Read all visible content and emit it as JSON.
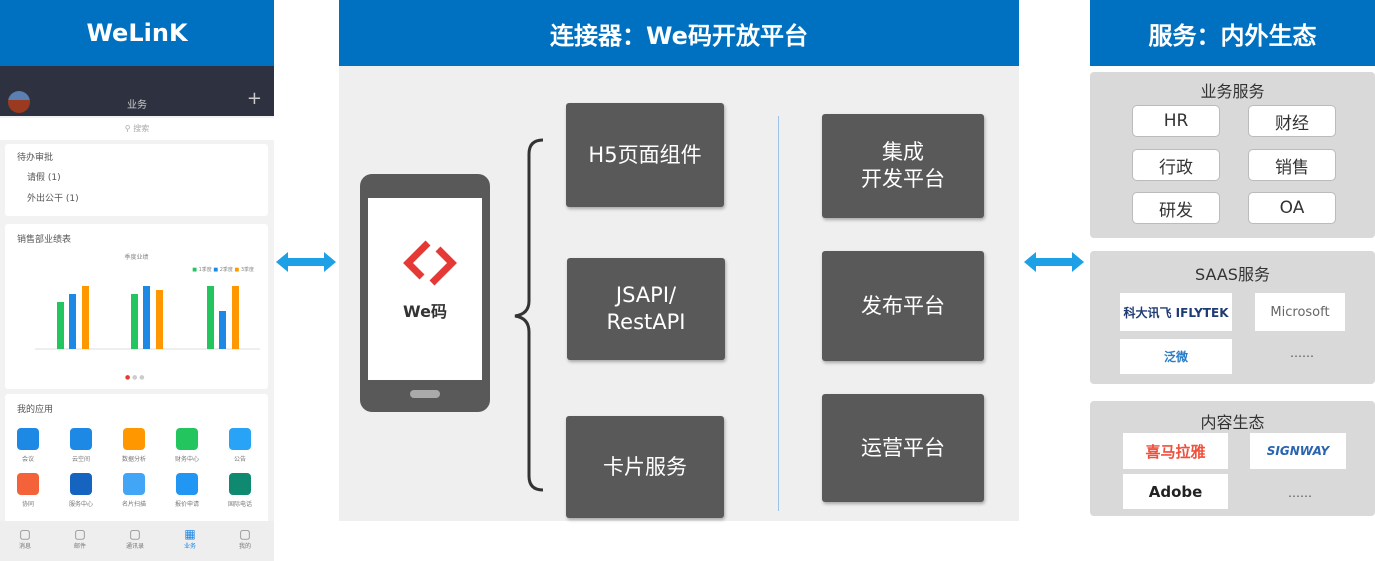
{
  "left": {
    "title": "WeLinK",
    "phone": {
      "header_title": "业务",
      "search_placeholder": "搜索",
      "approval": {
        "title": "待办审批",
        "items": [
          "请假 (1)",
          "外出公干 (1)"
        ]
      },
      "sales": {
        "title": "销售部业绩表",
        "chart_title": "季度业绩",
        "legend": [
          "1季度",
          "2季度",
          "3季度"
        ]
      },
      "apps": {
        "title": "我的应用",
        "items": [
          {
            "label": "会议",
            "color": "#1e88e5"
          },
          {
            "label": "云空间",
            "color": "#1e88e5"
          },
          {
            "label": "数据分析",
            "color": "#ff9800"
          },
          {
            "label": "财务中心",
            "color": "#22c55e"
          },
          {
            "label": "公告",
            "color": "#29a3f5"
          },
          {
            "label": "协同",
            "color": "#f4623a"
          },
          {
            "label": "服务中心",
            "color": "#1565c0"
          },
          {
            "label": "名片扫描",
            "color": "#42a5f5"
          },
          {
            "label": "报价申请",
            "color": "#2196f3"
          },
          {
            "label": "国际电话",
            "color": "#0f8a70"
          }
        ]
      },
      "nav": [
        "消息",
        "邮件",
        "通讯录",
        "业务",
        "我的"
      ]
    }
  },
  "center": {
    "title": "连接器：We码开放平台",
    "phone_label": "We码",
    "left_boxes": [
      "H5页面组件",
      "JSAPI/\nRestAPI",
      "卡片服务"
    ],
    "right_boxes": [
      "集成\n开发平台",
      "发布平台",
      "运营平台"
    ]
  },
  "right": {
    "title": "服务：内外生态",
    "business": {
      "title": "业务服务",
      "items": [
        "HR",
        "财经",
        "行政",
        "销售",
        "研发",
        "OA"
      ]
    },
    "saas": {
      "title": "SAAS服务",
      "logos": [
        "科大讯飞 IFLYTEK",
        "Microsoft",
        "泛微"
      ],
      "more": "……"
    },
    "content": {
      "title": "内容生态",
      "logos": [
        "喜马拉雅",
        "SIGNWAY",
        "Adobe"
      ],
      "more": "……"
    }
  },
  "colors": {
    "header": "#0070c0",
    "arrow": "#1ea0e6",
    "box": "#595959"
  }
}
